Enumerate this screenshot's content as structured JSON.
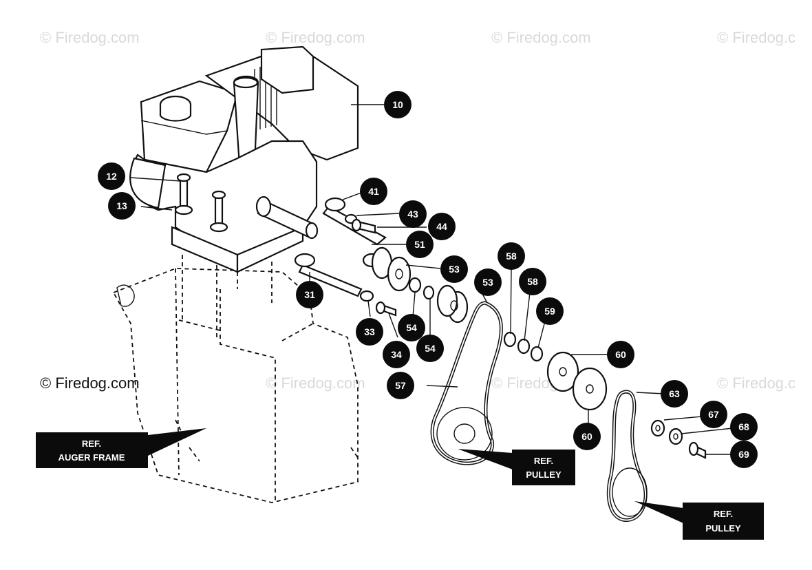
{
  "watermarks": [
    "© Firedog.com",
    "© Firedog.com",
    "© Firedog.com",
    "© Firedog.c",
    "© Firedog.com",
    "© Firedog.com",
    "© Firedog.com",
    "© Firedog.c"
  ],
  "callouts": {
    "c10": "10",
    "c12": "12",
    "c13": "13",
    "c41": "41",
    "c43": "43",
    "c44": "44",
    "c51": "51",
    "c53a": "53",
    "c53b": "53",
    "c31": "31",
    "c33": "33",
    "c34": "34",
    "c54a": "54",
    "c54b": "54",
    "c57": "57",
    "c58a": "58",
    "c58b": "58",
    "c59": "59",
    "c60a": "60",
    "c60b": "60",
    "c63": "63",
    "c67": "67",
    "c68": "68",
    "c69": "69"
  },
  "refs": {
    "auger_line1": "REF.",
    "auger_line2": "AUGER FRAME",
    "pulley1_line1": "REF.",
    "pulley1_line2": "PULLEY",
    "pulley2_line1": "REF.",
    "pulley2_line2": "PULLEY"
  },
  "colors": {
    "ink": "#111111",
    "callout_fill": "#0b0b0b",
    "watermark": "#d9d9d9"
  }
}
